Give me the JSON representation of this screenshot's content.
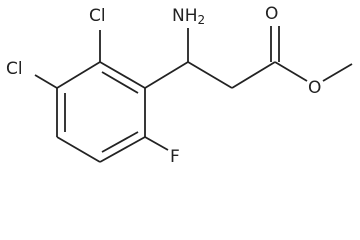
{
  "structure": {
    "atoms": {
      "cl_top": "Cl",
      "cl_left": "Cl",
      "fluorine": "F",
      "amine": "NH",
      "amine_subscript": "2",
      "carbonyl_oxygen": "O",
      "ester_oxygen": "O"
    },
    "colors": {
      "ink": "#222222",
      "background": "#ffffff"
    }
  }
}
